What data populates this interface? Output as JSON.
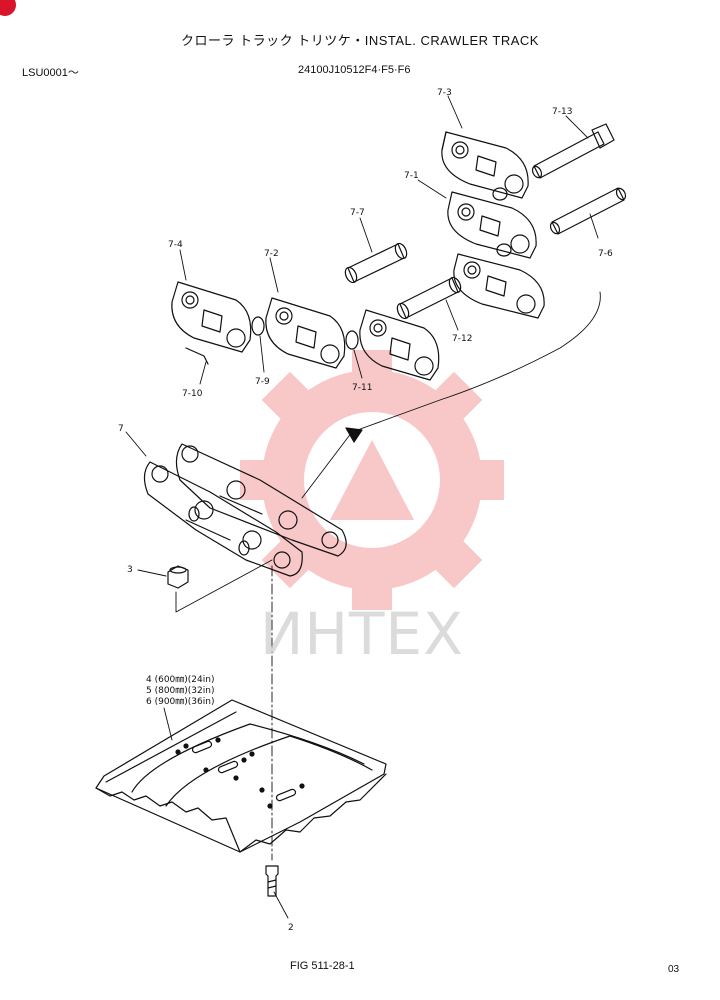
{
  "header": {
    "title": "クローラ トラック トリツケ・INSTAL. CRAWLER TRACK",
    "serial": "LSU0001～",
    "model": "24100J10512F4·F5·F6"
  },
  "watermark": {
    "text": "ИНТЕХ",
    "color": "#e83a3a"
  },
  "labels": {
    "p7_3": "7-3",
    "p7_13": "7-13",
    "p7_1": "7-1",
    "p7_7": "7-7",
    "p7_6": "7-6",
    "p7_4": "7-4",
    "p7_2": "7-2",
    "p7_12": "7-12",
    "p7_9": "7-9",
    "p7_11": "7-11",
    "p7_10": "7-10",
    "p7": "7",
    "p3": "3",
    "shoe_sizes": [
      "4 (600㎜)(24in)",
      "5 (800㎜)(32in)",
      "6 (900㎜)(36in)"
    ],
    "p2": "2"
  },
  "footer": {
    "fig": "FIG 511-28-1",
    "page": "03"
  }
}
